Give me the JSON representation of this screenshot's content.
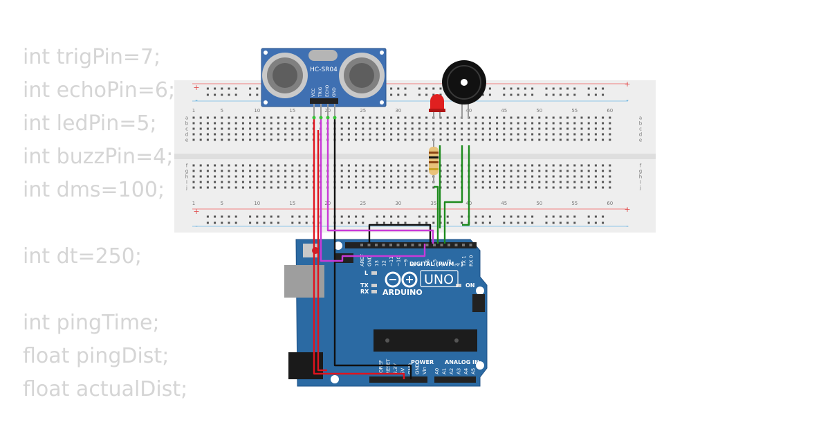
{
  "code_lines": [
    "int trigPin=7;",
    "int echoPin=6;",
    "int ledPin=5;",
    "int buzzPin=4;",
    "int dms=100;",
    "",
    "int dt=250;",
    "",
    "int pingTime;",
    "float pingDist;",
    "float actualDist;"
  ],
  "sensor": {
    "model": "HC-SR04",
    "pins": [
      "VCC",
      "TRIG",
      "ECHO",
      "GND"
    ]
  },
  "breadboard": {
    "column_labels": [
      "1",
      "5",
      "10",
      "15",
      "20",
      "25",
      "30",
      "35",
      "40",
      "45",
      "50",
      "55",
      "60"
    ],
    "row_labels_top": [
      "a",
      "b",
      "c",
      "d",
      "e"
    ],
    "row_labels_bottom": [
      "f",
      "g",
      "h",
      "i",
      "j"
    ],
    "rail_plus": "+",
    "rail_minus": "-"
  },
  "arduino": {
    "uno_label": "UNO",
    "brand_label": "ARDUINO",
    "digital_label": "DIGITAL (PWM ~)",
    "power_label": "POWER",
    "analog_label": "ANALOG IN",
    "on_label": "ON",
    "l_label": "L",
    "tx_label": "TX",
    "rx_label": "RX",
    "digital_pins": [
      "AREF",
      "GND",
      "13",
      "12",
      "~11",
      "~10",
      "~9",
      "8",
      "7",
      "~6",
      "~5",
      "4",
      "~3",
      "2",
      "TX 1",
      "RX 0"
    ],
    "power_pins": [
      "IOREF",
      "RESET",
      "3.3V",
      "5V",
      "GND",
      "GND",
      "Vin"
    ],
    "analog_pins": [
      "A0",
      "A1",
      "A2",
      "A3",
      "A4",
      "A5"
    ]
  },
  "colors": {
    "wire_5v": "#e0141e",
    "wire_gnd": "#111111",
    "wire_signal": "#c93ad8",
    "wire_green": "#1d8a1d",
    "board": "#2b6aa3",
    "breadboard": "#eeeeee",
    "sensor": "#3f70b2",
    "code_text": "#d5d5d5"
  }
}
